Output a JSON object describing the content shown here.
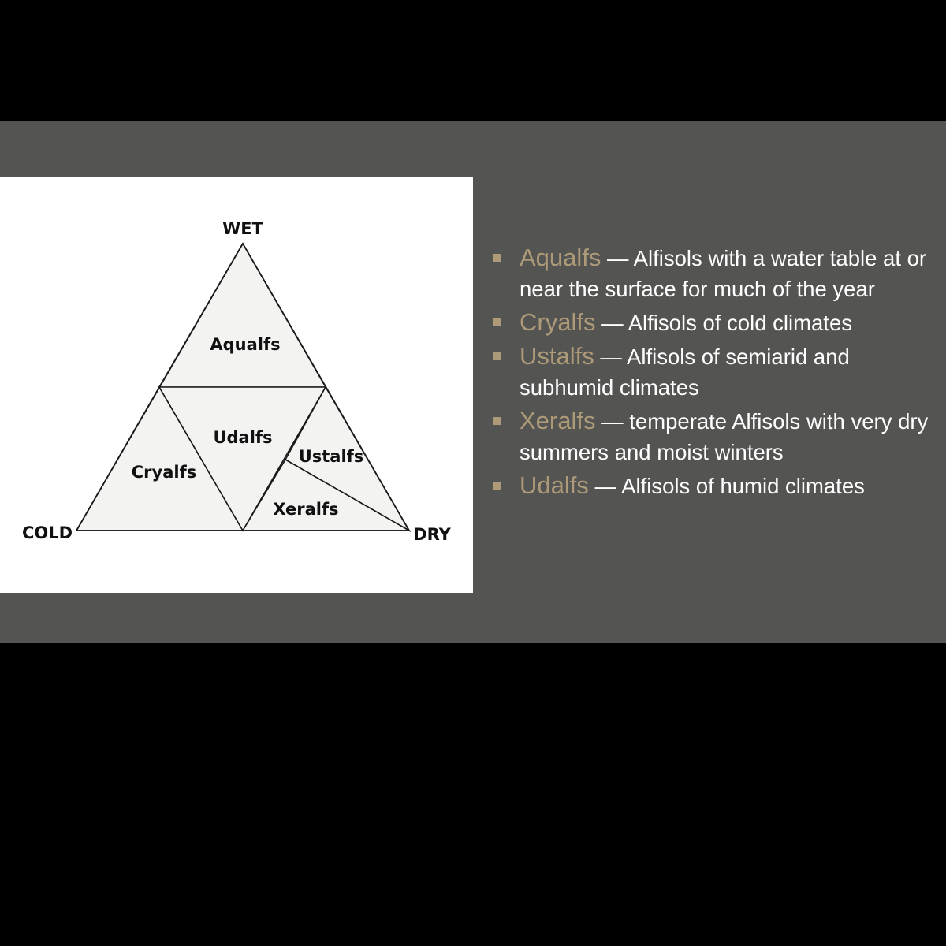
{
  "colors": {
    "background": "#000000",
    "slide": "#545452",
    "panel": "#ffffff",
    "region_fill": "#f3f3f2",
    "line": "#1a1a1a",
    "accent": "#ad9a78",
    "text": "#ffffff"
  },
  "diagram": {
    "corners": {
      "top": "WET",
      "left": "COLD",
      "right": "DRY"
    },
    "regions": {
      "aqualfs": "Aqualfs",
      "udalfs": "Udalfs",
      "cryalfs": "Cryalfs",
      "ustalfs": "Ustalfs",
      "xeralfs": "Xeralfs"
    }
  },
  "bullets": [
    {
      "term": "Aqualfs",
      "separator": " — ",
      "text": "Alfisols with a water table at or near the surface for much of the year"
    },
    {
      "term": "Cryalfs",
      "separator": " — ",
      "text": "Alfisols of cold climates"
    },
    {
      "term": "Ustalfs",
      "separator": " — ",
      "text": "Alfisols of semiarid and subhumid climates"
    },
    {
      "term": "Xeralfs",
      "separator": " — ",
      "text": "temperate Alfisols with very dry summers and moist winters"
    },
    {
      "term": "Udalfs",
      "separator": " — ",
      "text": "Alfisols of humid climates"
    }
  ]
}
